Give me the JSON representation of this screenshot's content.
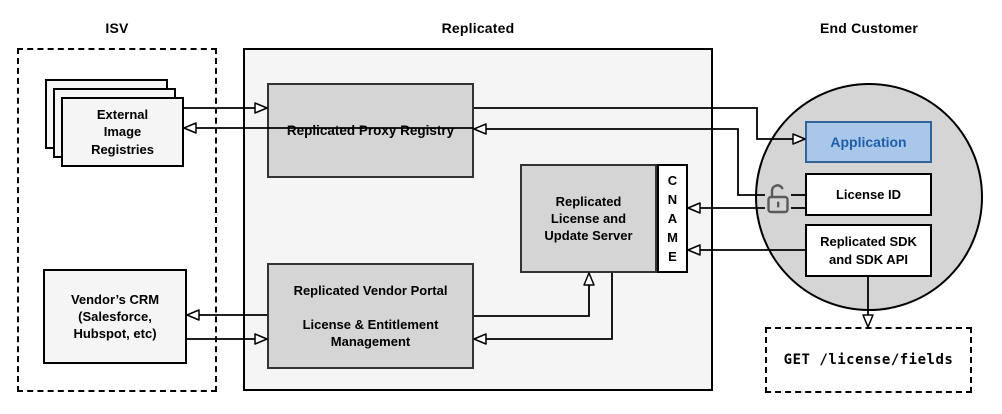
{
  "sections": {
    "isv": {
      "label": "ISV"
    },
    "replicated": {
      "label": "Replicated"
    },
    "end_customer": {
      "label": "End Customer"
    }
  },
  "nodes": {
    "external_image_registries": {
      "label": "External\nImage\nRegistries"
    },
    "vendors_crm": {
      "label": "Vendor’s CRM\n(Salesforce,\nHubspot, etc)"
    },
    "proxy_registry": {
      "label": "Replicated Proxy Registry"
    },
    "license_update_server": {
      "label": "Replicated\nLicense and\nUpdate Server"
    },
    "cname": {
      "label": "CNAME",
      "letters": [
        "C",
        "N",
        "A",
        "M",
        "E"
      ]
    },
    "vendor_portal": {
      "title": "Replicated Vendor Portal",
      "subtitle": "License & Entitlement\nManagement"
    },
    "application": {
      "label": "Application"
    },
    "license_id": {
      "label": "License ID"
    },
    "replicated_sdk": {
      "label": "Replicated SDK\nand SDK API"
    },
    "get_license_fields": {
      "label": "GET /license/fields"
    }
  },
  "icons": {
    "lock": "unlocked-padlock"
  },
  "colors": {
    "container_fill": "#f5f5f5",
    "inner_node_fill": "#d5d5d5",
    "circle_fill": "#d5d5d5",
    "application_fill": "#a9c7e9",
    "application_border": "#31649b",
    "application_text": "#1f5fa9",
    "line": "#000000",
    "lock_icon": "#5a5a5a"
  }
}
